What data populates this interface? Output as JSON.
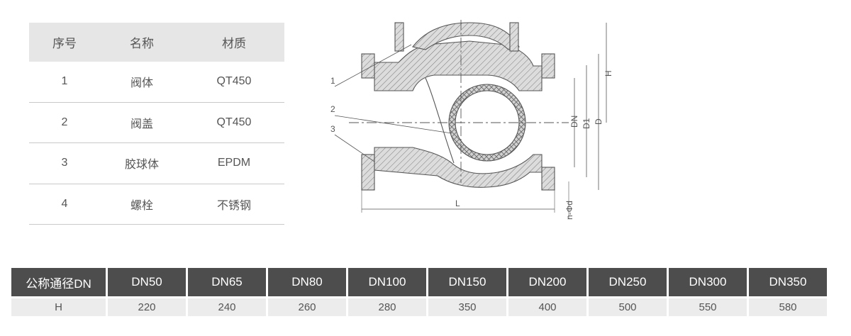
{
  "parts_table": {
    "headers": [
      "序号",
      "名称",
      "材质"
    ],
    "rows": [
      [
        "1",
        "阀体",
        "QT450"
      ],
      [
        "2",
        "阀盖",
        "QT450"
      ],
      [
        "3",
        "胶球体",
        "EPDM"
      ],
      [
        "4",
        "螺栓",
        "不锈钢"
      ]
    ]
  },
  "diagram": {
    "part_labels": [
      "1",
      "2",
      "3"
    ],
    "dimension_labels": {
      "h": "H",
      "dn": "DN",
      "d1": "D1",
      "d": "D",
      "l": "L",
      "bolt": "n-Φd"
    }
  },
  "dimension_table": {
    "header_label": "公称通径DN",
    "sizes": [
      "DN50",
      "DN65",
      "DN80",
      "DN100",
      "DN150",
      "DN200",
      "DN250",
      "DN300",
      "DN350"
    ],
    "row_label": "H",
    "values": [
      "220",
      "240",
      "260",
      "280",
      "350",
      "400",
      "500",
      "550",
      "580"
    ]
  },
  "colors": {
    "header_dark": "#4d4d4d",
    "header_light": "#e6e6e6",
    "row_light": "#ececec",
    "line": "#555555",
    "hatch": "#d9d9d9"
  }
}
